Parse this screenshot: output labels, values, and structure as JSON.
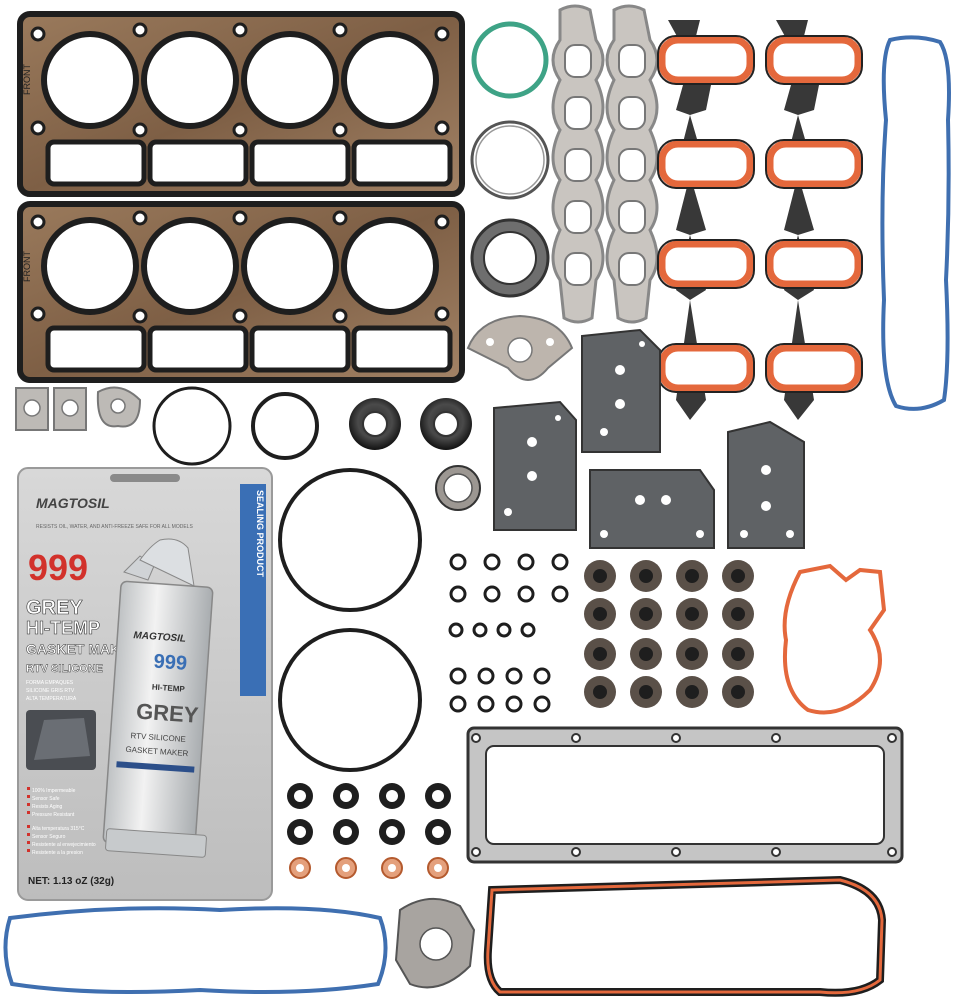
{
  "product": {
    "brand": "MAGTOSIL",
    "side_label": "SEALING PRODUCT",
    "resists_text": "RESISTS OIL, WATER, AND ANTI-FREEZE SAFE FOR ALL MODELS",
    "number": "999",
    "title_line1": "GREY",
    "title_line2": "HI-TEMP",
    "title_line3": "GASKET MAKER",
    "subtitle": "RTV SILICONE",
    "small_lines": [
      "FORMA EMPAQUES",
      "SILICONE GRIS RTV",
      "ALTA TEMPERATURA"
    ],
    "bullets": [
      "100% Impermeable",
      "Sensor Safe",
      "Resists Aging",
      "Pressure Resistant",
      "Alta temperatura 315°C",
      "Sensor Seguro",
      "Resistente al envejecimiento",
      "Resistente a la presion"
    ],
    "net_weight": "NET: 1.13 oZ (32g)",
    "tube_brand": "MAGTOSIL",
    "tube_number": "999",
    "tube_hitemp": "HI-TEMP",
    "tube_grey": "GREY",
    "tube_rtv": "RTV SILICONE",
    "tube_maker": "GASKET MAKER"
  },
  "head_gasket_label": "FRONT",
  "colors": {
    "copper": "#8a6a4e",
    "dark": "#1e1e1e",
    "orange": "#e4683c",
    "blue": "#3f6fb0",
    "teal": "#3ea386",
    "gray_plate": "#5f6265",
    "card_gray": "#c9c9c9",
    "red_999": "#d2312b"
  }
}
